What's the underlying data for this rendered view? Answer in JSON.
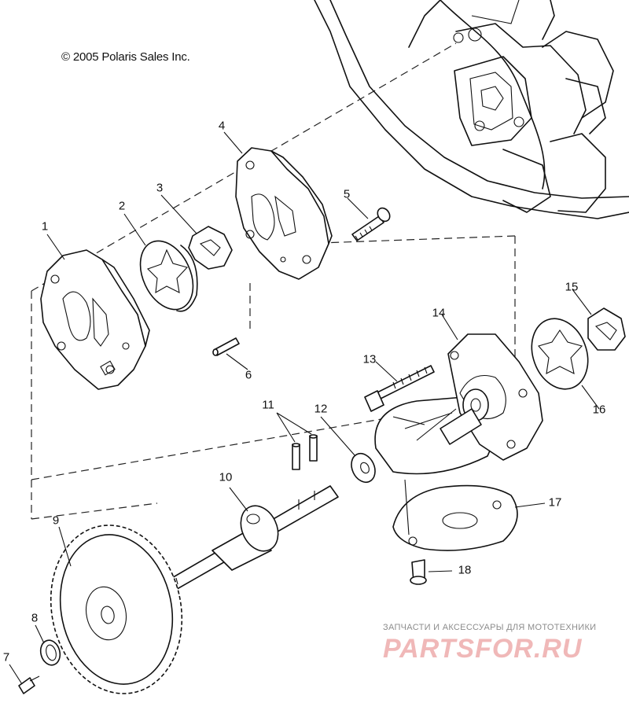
{
  "copyright": "© 2005 Polaris Sales Inc.",
  "callouts": [
    {
      "id": "1",
      "label": "1"
    },
    {
      "id": "2",
      "label": "2"
    },
    {
      "id": "3",
      "label": "3"
    },
    {
      "id": "4",
      "label": "4"
    },
    {
      "id": "5",
      "label": "5"
    },
    {
      "id": "6",
      "label": "6"
    },
    {
      "id": "7",
      "label": "7"
    },
    {
      "id": "8",
      "label": "8"
    },
    {
      "id": "9",
      "label": "9"
    },
    {
      "id": "10",
      "label": "10"
    },
    {
      "id": "11",
      "label": "11"
    },
    {
      "id": "12",
      "label": "12"
    },
    {
      "id": "13",
      "label": "13"
    },
    {
      "id": "14",
      "label": "14"
    },
    {
      "id": "15",
      "label": "15"
    },
    {
      "id": "16",
      "label": "16"
    },
    {
      "id": "17",
      "label": "17"
    },
    {
      "id": "18",
      "label": "18"
    }
  ],
  "watermark": {
    "tagline": "ЗАПЧАСТИ И АКСЕССУАРЫ ДЛЯ МОТОТЕХНИКИ",
    "logo": "PARTSFOR.RU"
  }
}
